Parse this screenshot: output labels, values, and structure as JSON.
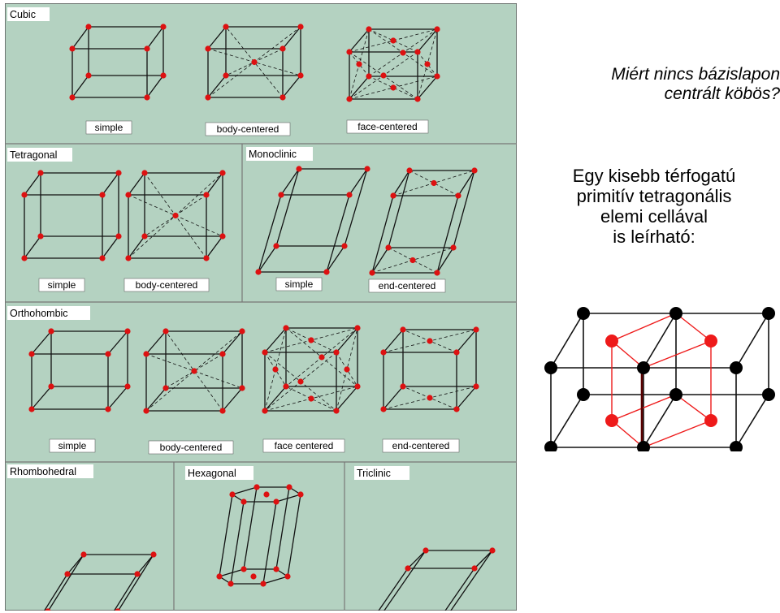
{
  "panels": [
    {
      "label": "Cubic",
      "captions": [
        "simple",
        "body-centered",
        "face-centered"
      ]
    },
    {
      "label": "Tetragonal",
      "captions": [
        "simple",
        "body-centered"
      ]
    },
    {
      "label": "Monoclinic",
      "captions": [
        "simple",
        "end-centered"
      ]
    },
    {
      "label": "Orthohombic",
      "captions": [
        "simple",
        "body-centered",
        "face centered",
        "end-centered"
      ]
    },
    {
      "label": "Rhombohedral",
      "captions": []
    },
    {
      "label": "Hexagonal",
      "captions": []
    },
    {
      "label": "Triclinic",
      "captions": []
    }
  ],
  "question_lines": [
    "Miért nincs bázislapon",
    "centrált köbös?"
  ],
  "answer_lines": [
    "Egy kisebb térfogatú",
    "primitív tetragonális",
    "elemi cellával",
    "is leírható:"
  ],
  "colors": {
    "panel_bg": "#b4d2c1",
    "atom": "#dd1111",
    "edge": "#111111",
    "highlight": "#ee1a1a",
    "black_atom": "#000000"
  }
}
